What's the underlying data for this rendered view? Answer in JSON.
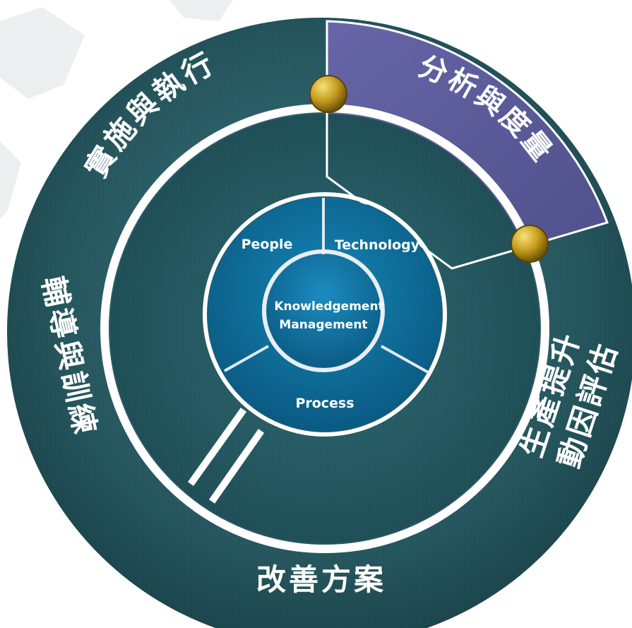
{
  "outer_ring": {
    "segments": [
      {
        "key": "analysis",
        "label": "分析與度量",
        "active": true
      },
      {
        "key": "implementation",
        "label": "實施與執行",
        "active": false
      },
      {
        "key": "coaching",
        "label": "輔導與訓練",
        "active": false
      },
      {
        "key": "improvement",
        "label": "改善方案",
        "active": false
      },
      {
        "key": "productivity_line1",
        "label": "生產提升",
        "active": false
      },
      {
        "key": "productivity_line2",
        "label": "動因評估",
        "active": false
      }
    ]
  },
  "core": {
    "top_left": "People",
    "top_right": "Technology",
    "bottom": "Process"
  },
  "center": {
    "line1": "Knowledgement",
    "line2": "Management"
  },
  "colors": {
    "ring_dark": "#1f4d55",
    "ring_mid": "#2e6670",
    "active_segment": "#5a5a96",
    "core_blue": "#0f6d96",
    "core_blue_dark": "#0a4f73",
    "white_line": "#ffffff",
    "node_gold": "#c9a227"
  }
}
